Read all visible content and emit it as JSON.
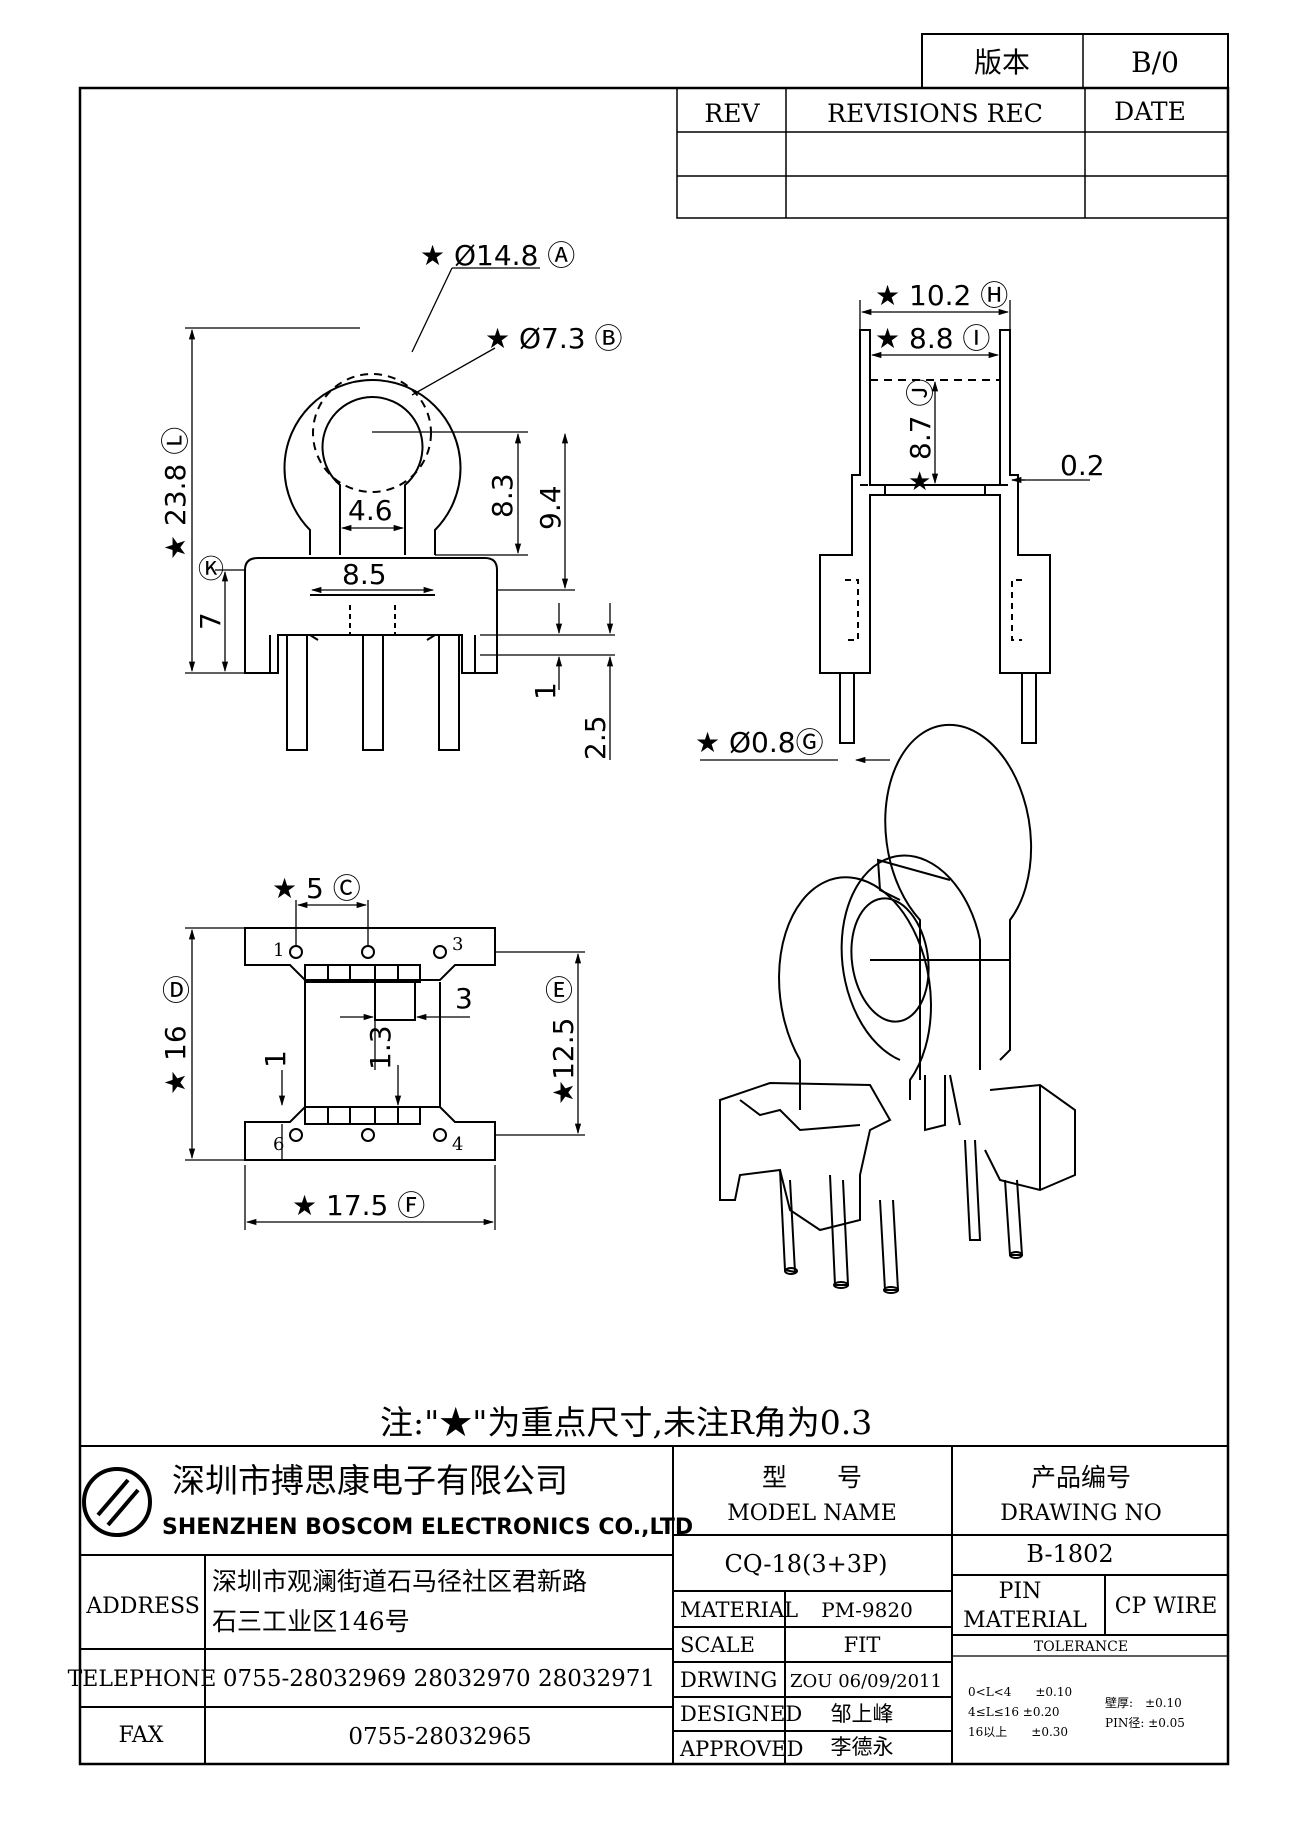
{
  "version_box": {
    "label": "版本",
    "value": "B/0"
  },
  "revisions": {
    "rev_header": "REV",
    "rec_header": "REVISIONS REC",
    "date_header": "DATE"
  },
  "note": "注:\"★\"为重点尺寸,未注R角为0.3",
  "company": {
    "name_cn": "深圳市搏思康电子有限公司",
    "name_en": "SHENZHEN BOSCOM ELECTRONICS CO.,LTD"
  },
  "address": {
    "label": "ADDRESS",
    "line1": "深圳市观澜街道石马径社区君新路",
    "line2": "石三工业区146号"
  },
  "telephone": {
    "label": "TELEPHONE",
    "value": "0755-28032969 28032970 28032971"
  },
  "fax": {
    "label": "FAX",
    "value": "0755-28032965"
  },
  "model": {
    "label_cn": "型　　号",
    "label_en": "MODEL NAME",
    "value": "CQ-18(3+3P)"
  },
  "drawing_no": {
    "label_cn": "产品编号",
    "label_en": "DRAWING NO",
    "value": "B-1802"
  },
  "material": {
    "label": "MATERIAL",
    "value": "PM-9820"
  },
  "pin_material": {
    "label1": "PIN",
    "label2": "MATERIAL",
    "value": "CP WIRE"
  },
  "scale": {
    "label": "SCALE",
    "value": "FIT"
  },
  "drawing": {
    "label": "DRWING",
    "value": "ZOU 06/09/2011"
  },
  "designed": {
    "label": "DESIGNED",
    "value": "邹上峰"
  },
  "approved": {
    "label": "APPROVED",
    "value": "李德永"
  },
  "tolerance": {
    "label": "TOLERANCE",
    "rows": [
      "0<L<4　　±0.10",
      "4≤L≤16 ±0.20",
      "16以上　　±0.30"
    ],
    "wall": "壁厚:　±0.10",
    "pin": "PIN径: ±0.05"
  },
  "dims": {
    "a": "★ Ø14.8 Ⓐ",
    "b": "★ Ø7.3 Ⓑ",
    "h": "★ 10.2 Ⓗ",
    "i": "★ 8.8 Ⓘ",
    "j": "8.7 Ⓙ",
    "gap": "0.2",
    "g": "★ Ø0.8Ⓖ",
    "l": "★ 23.8 Ⓛ",
    "k": "Ⓚ",
    "seven": "7",
    "w46": "4.6",
    "h83": "8.3",
    "h94": "9.4",
    "w85": "8.5",
    "one": "1",
    "h25": "2.5",
    "c": "★ 5 Ⓒ",
    "d": "Ⓓ",
    "d16": "★ 16",
    "e": "Ⓔ",
    "e125": "★12.5",
    "three": "3",
    "thirteen": "1.3",
    "one_b": "1",
    "f": "★ 17.5 Ⓕ",
    "jstar": "★",
    "pin1": "1",
    "pin3": "3",
    "pin6": "6",
    "pin4": "4"
  }
}
